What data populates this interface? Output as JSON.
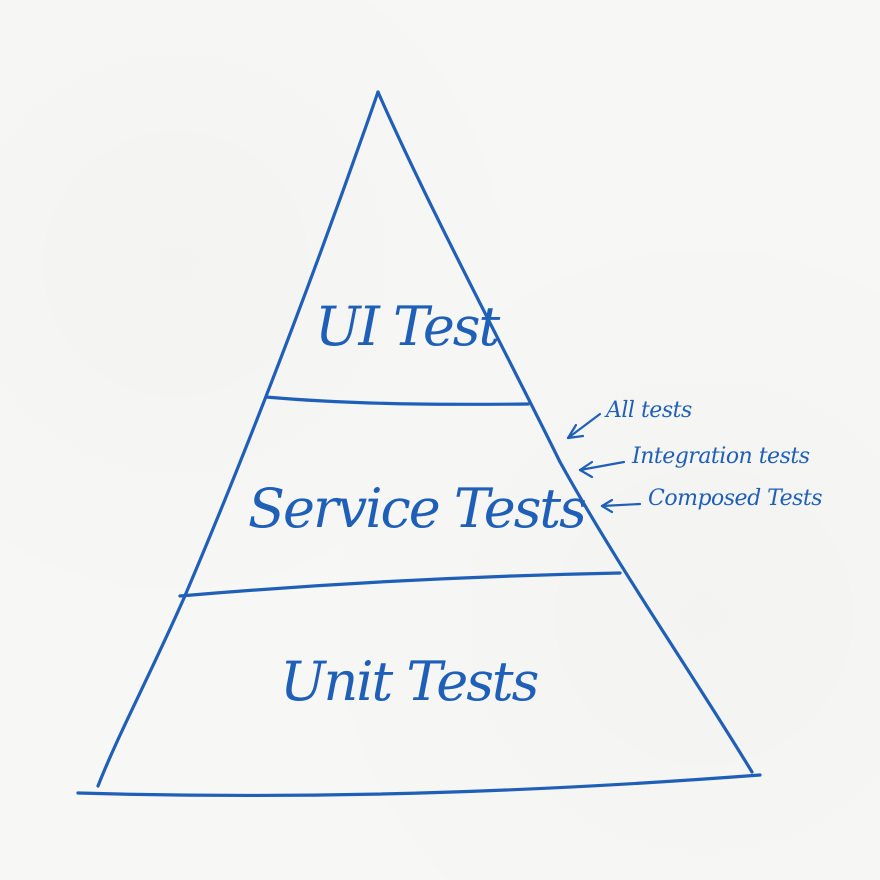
{
  "diagram": {
    "tiers": {
      "top": "UI Test",
      "middle": "Service Tests",
      "bottom": "Unit Tests"
    },
    "annotations": [
      "All tests",
      "Integration tests",
      "Composed Tests"
    ]
  },
  "colors": {
    "ink": "#1f5fb8",
    "paper": "#f7f7f5"
  }
}
